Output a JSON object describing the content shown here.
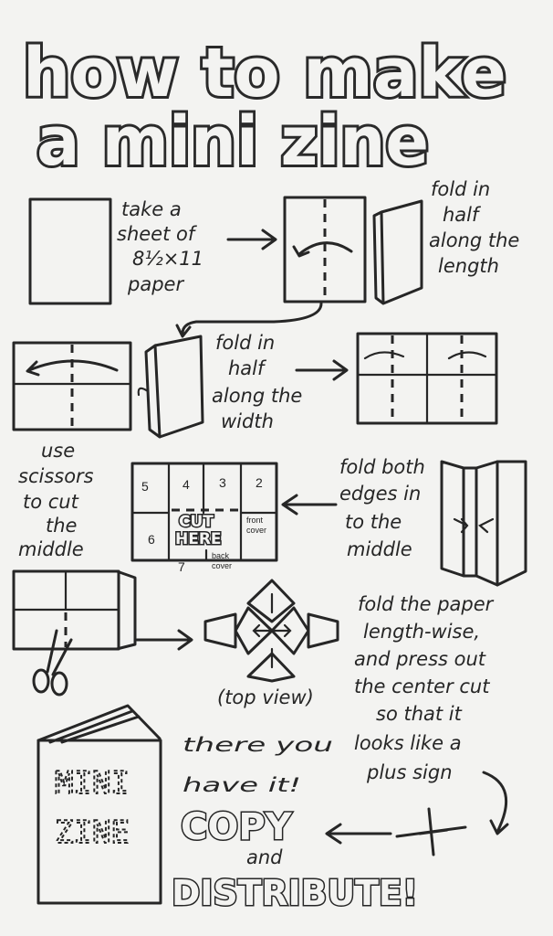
{
  "title": {
    "line1": "how to make",
    "line2": "a mini zine"
  },
  "steps": {
    "step1": [
      "take a",
      "sheet of",
      "8½×11",
      "paper"
    ],
    "step2": [
      "fold in",
      "half",
      "along the",
      "length"
    ],
    "step3": [
      "fold in",
      "half",
      "along the",
      "width"
    ],
    "step4": [
      "fold both",
      "edges in",
      "to the",
      "middle"
    ],
    "step5": [
      "use",
      "scissors",
      "to cut",
      "the",
      "middle"
    ],
    "step6": [
      "fold the paper",
      "length-wise,",
      "and press out",
      "the center cut",
      "so that it",
      "looks like a",
      "plus sign"
    ]
  },
  "layout_sheet": {
    "pages": [
      "5",
      "4",
      "3",
      "2",
      "6",
      "7"
    ],
    "cut_label": [
      "CUT",
      "HERE"
    ],
    "front_cover": [
      "front",
      "cover"
    ],
    "back_cover": [
      "back",
      "cover"
    ]
  },
  "top_view": "(top view)",
  "finale": {
    "line1": "there you",
    "line2": "have it!",
    "copy": "COPY",
    "and": "and",
    "distribute": "DISTRIBUTE!"
  },
  "book_cover": [
    "MINI",
    "ZINE"
  ],
  "ink_color": "#262626",
  "paper_color": "#f3f3f1"
}
